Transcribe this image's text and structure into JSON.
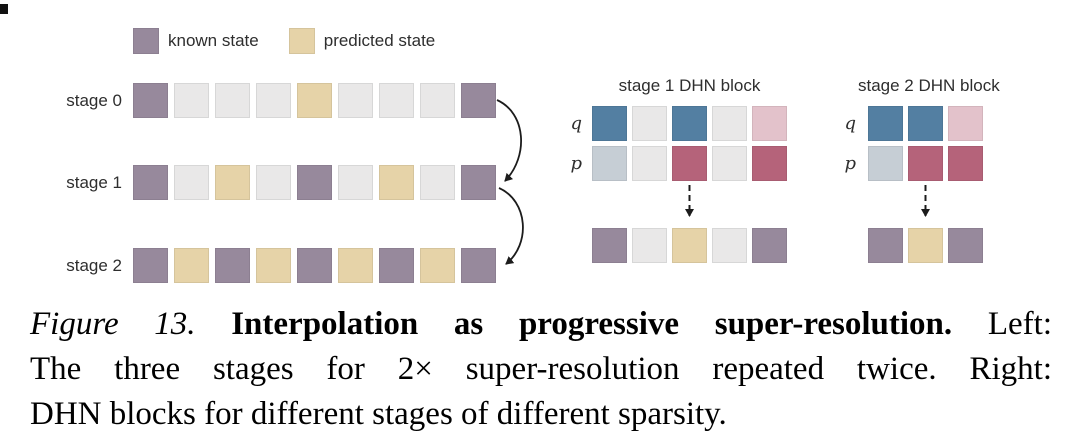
{
  "colors": {
    "known": "#97899c",
    "predicted": "#e6d3a8",
    "empty": "#e9e8e8",
    "q_known": "#537fa2",
    "q_pred": "#e3c2cb",
    "p_known": "#b5637a",
    "p_empty": "#c6ced5",
    "arrow": "#1c1c1c"
  },
  "legend": {
    "items": [
      {
        "label": "known state",
        "color": "#97899c"
      },
      {
        "label": "predicted state",
        "color": "#e6d3a8"
      }
    ]
  },
  "left_diagram": {
    "rows": [
      {
        "label": "stage 0",
        "cells": [
          "known",
          "empty",
          "empty",
          "empty",
          "predicted",
          "empty",
          "empty",
          "empty",
          "known"
        ]
      },
      {
        "label": "stage 1",
        "cells": [
          "known",
          "empty",
          "predicted",
          "empty",
          "known",
          "empty",
          "predicted",
          "empty",
          "known"
        ]
      },
      {
        "label": "stage 2",
        "cells": [
          "known",
          "predicted",
          "known",
          "predicted",
          "known",
          "predicted",
          "known",
          "predicted",
          "known"
        ]
      }
    ]
  },
  "right_diagram": {
    "blocks": [
      {
        "title": "stage 1 DHN block",
        "q_label": "q",
        "p_label": "p",
        "q_cells": [
          "q_known",
          "empty",
          "q_known",
          "empty",
          "q_pred"
        ],
        "p_cells": [
          "p_empty",
          "empty",
          "p_known",
          "empty",
          "p_known"
        ],
        "result_cells": [
          "known",
          "empty",
          "predicted",
          "empty",
          "known"
        ]
      },
      {
        "title": "stage 2 DHN block",
        "q_label": "q",
        "p_label": "p",
        "q_cells": [
          "q_known",
          "q_known",
          "q_pred"
        ],
        "p_cells": [
          "p_empty",
          "p_known",
          "p_known"
        ],
        "result_cells": [
          "known",
          "predicted",
          "known"
        ]
      }
    ]
  },
  "caption": {
    "lines": [
      {
        "justify": true,
        "segments": [
          {
            "text": "Figure 13.",
            "style": "italic"
          },
          {
            "text": " ",
            "style": "normal"
          },
          {
            "text": "Interpolation as progressive super-resolution.",
            "style": "bold"
          },
          {
            "text": " Left:",
            "style": "normal"
          }
        ]
      },
      {
        "justify": true,
        "segments": [
          {
            "text": "The three stages for 2× super-resolution repeated twice. Right:",
            "style": "normal"
          }
        ]
      },
      {
        "justify": false,
        "segments": [
          {
            "text": "DHN blocks for different stages of different sparsity.",
            "style": "normal"
          }
        ]
      }
    ]
  }
}
